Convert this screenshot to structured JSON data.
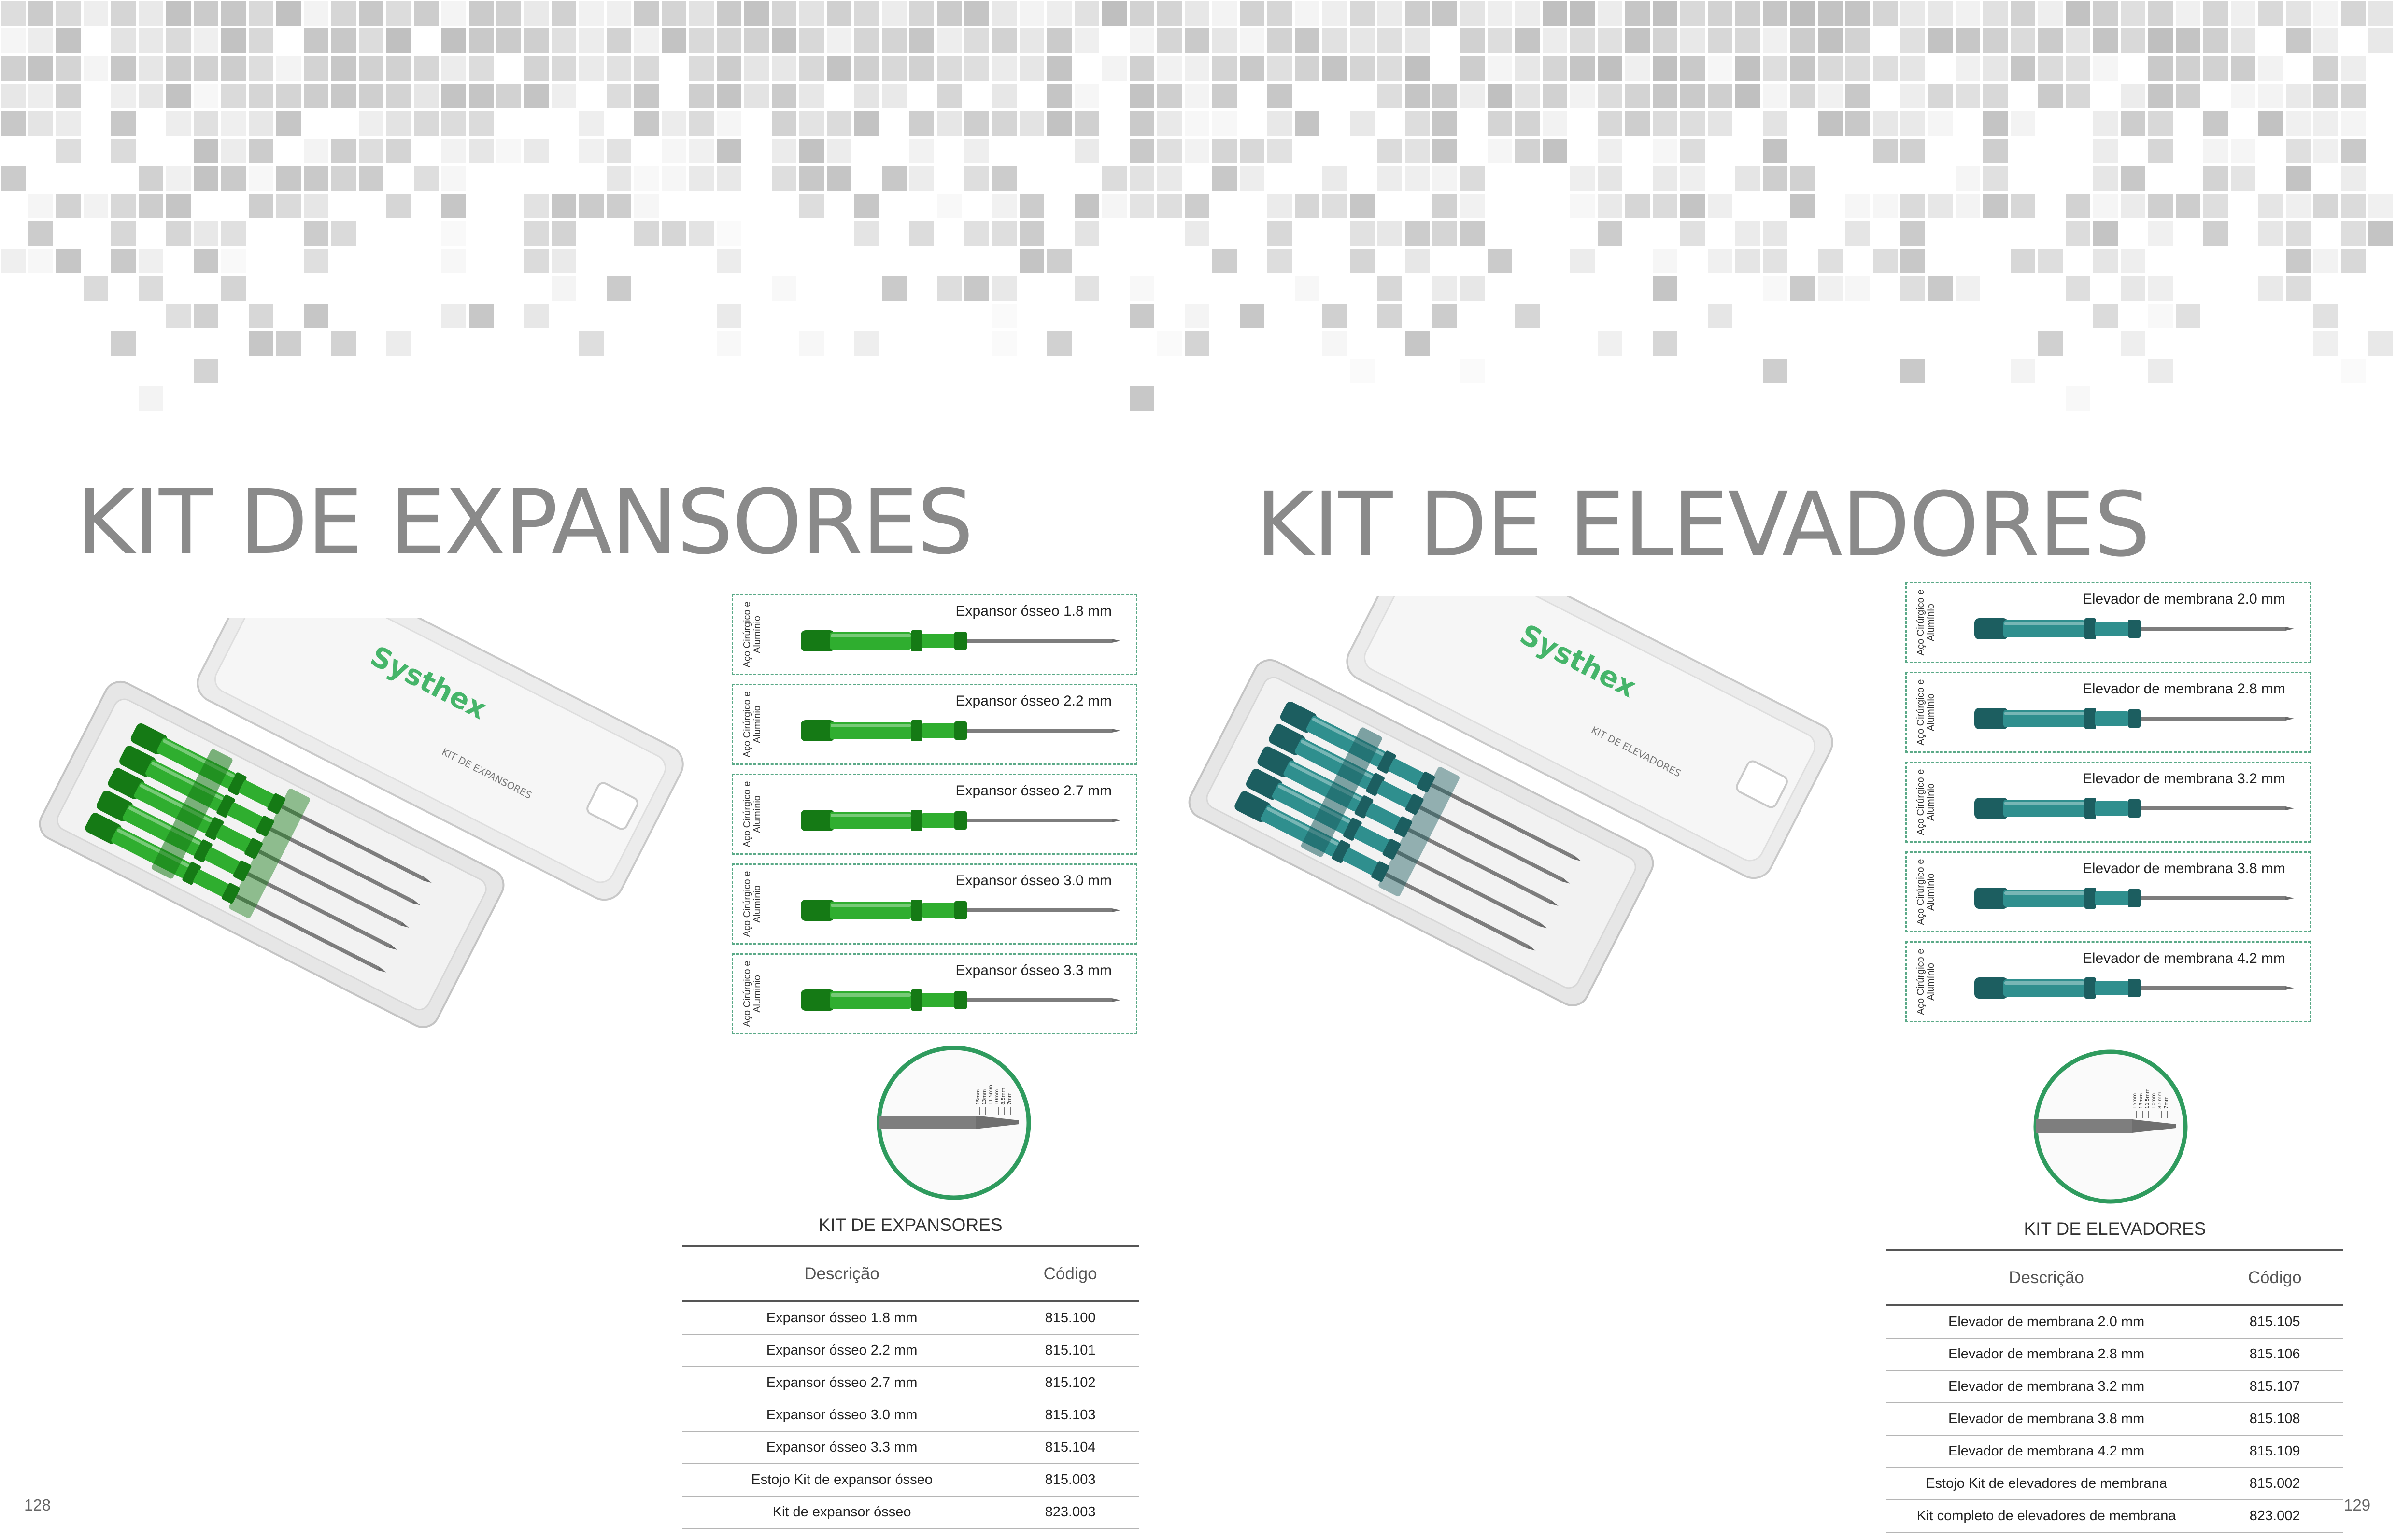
{
  "left_page": {
    "title": "KIT DE EXPANSORES",
    "case": {
      "brand": "Systhex",
      "lid_label": "KIT DE EXPANSORES",
      "instrument_color": "#2fae2f",
      "instrument_dark": "#157a15"
    },
    "tools": [
      {
        "material": "Aço Cirúrgico e Alumínio",
        "name": "Expansor ósseo 1.8 mm"
      },
      {
        "material": "Aço Cirúrgico e Alumínio",
        "name": "Expansor ósseo 2.2 mm"
      },
      {
        "material": "Aço Cirúrgico e Alumínio",
        "name": "Expansor ósseo 2.7 mm"
      },
      {
        "material": "Aço Cirúrgico e Alumínio",
        "name": "Expansor ósseo 3.0 mm"
      },
      {
        "material": "Aço Cirúrgico e Alumínio",
        "name": "Expansor ósseo 3.3 mm"
      }
    ],
    "detail_marks": [
      "15mm",
      "13mm",
      "11.5mm",
      "10mm",
      "8.5mm",
      "7mm"
    ],
    "table": {
      "title": "KIT DE EXPANSORES",
      "headers": {
        "description": "Descrição",
        "code": "Código"
      },
      "rows": [
        {
          "description": "Expansor ósseo 1.8 mm",
          "code": "815.100"
        },
        {
          "description": "Expansor ósseo 2.2 mm",
          "code": "815.101"
        },
        {
          "description": "Expansor ósseo 2.7 mm",
          "code": "815.102"
        },
        {
          "description": "Expansor ósseo 3.0 mm",
          "code": "815.103"
        },
        {
          "description": "Expansor ósseo 3.3 mm",
          "code": "815.104"
        },
        {
          "description": "Estojo Kit de expansor ósseo",
          "code": "815.003"
        },
        {
          "description": "Kit de expansor ósseo",
          "code": "823.003"
        }
      ]
    },
    "page_number": "128"
  },
  "right_page": {
    "title": "KIT DE ELEVADORES",
    "case": {
      "brand": "Systhex",
      "lid_label": "KIT DE ELEVADORES",
      "instrument_color": "#2f8f8e",
      "instrument_dark": "#1c5e60"
    },
    "tools": [
      {
        "material": "Aço Cirúrgico e Alumínio",
        "name": "Elevador de membrana 2.0 mm"
      },
      {
        "material": "Aço Cirúrgico e Alumínio",
        "name": "Elevador de membrana 2.8 mm"
      },
      {
        "material": "Aço Cirúrgico e Alumínio",
        "name": "Elevador de membrana 3.2 mm"
      },
      {
        "material": "Aço Cirúrgico e Alumínio",
        "name": "Elevador de membrana 3.8 mm"
      },
      {
        "material": "Aço Cirúrgico e Alumínio",
        "name": "Elevador de membrana 4.2 mm"
      }
    ],
    "detail_marks": [
      "15mm",
      "13mm",
      "11.5mm",
      "10mm",
      "8.5mm",
      "7mm"
    ],
    "table": {
      "title": "KIT DE ELEVADORES",
      "headers": {
        "description": "Descrição",
        "code": "Código"
      },
      "rows": [
        {
          "description": "Elevador de membrana 2.0 mm",
          "code": "815.105"
        },
        {
          "description": "Elevador de membrana 2.8 mm",
          "code": "815.106"
        },
        {
          "description": "Elevador de membrana 3.2 mm",
          "code": "815.107"
        },
        {
          "description": "Elevador de membrana 3.8 mm",
          "code": "815.108"
        },
        {
          "description": "Elevador de membrana 4.2 mm",
          "code": "815.109"
        },
        {
          "description": "Estojo Kit de elevadores de membrana",
          "code": "815.002"
        },
        {
          "description": "Kit completo de elevadores de membrana",
          "code": "823.002"
        }
      ]
    },
    "page_number": "129"
  },
  "colors": {
    "title_gray": "#8a8a8a",
    "dashed_border": "#5aa987",
    "detail_ring": "#2f9b5e"
  }
}
